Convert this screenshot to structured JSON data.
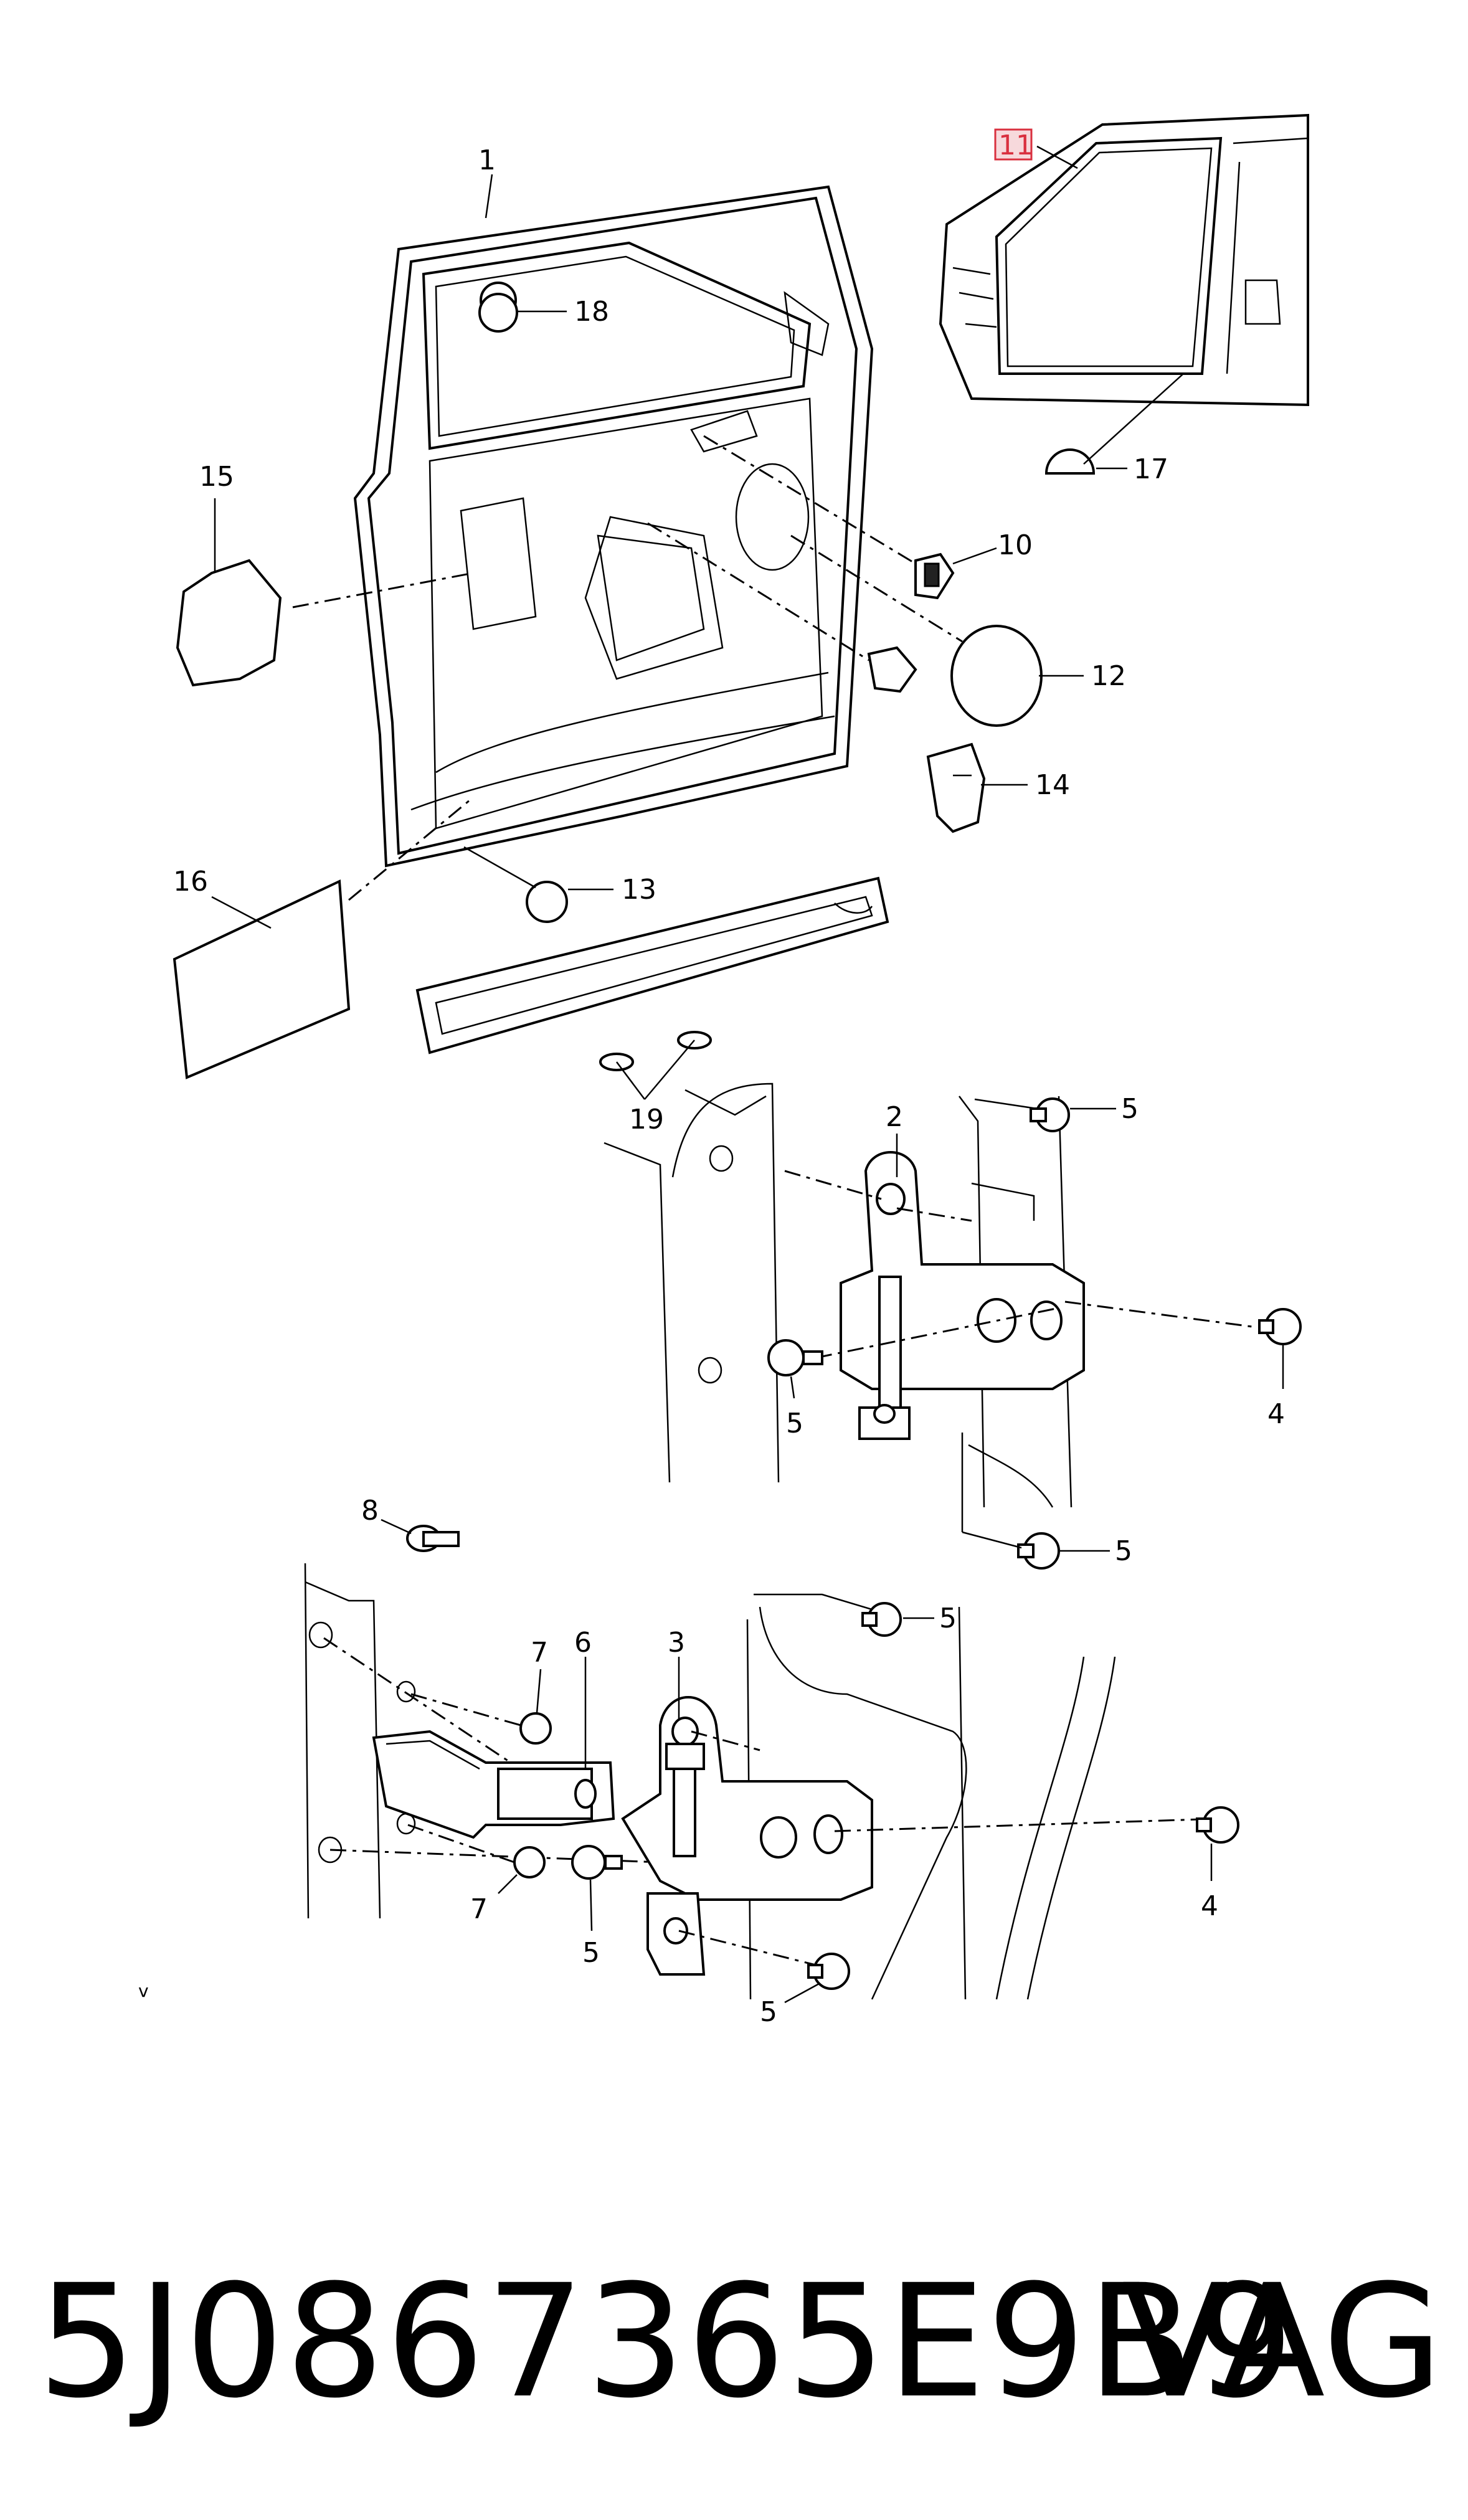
{
  "diagram": {
    "callouts": {
      "c1": "1",
      "c2": "2",
      "c3": "3",
      "c4a": "4",
      "c4b": "4",
      "c5a": "5",
      "c5b": "5",
      "c5c": "5",
      "c5d": "5",
      "c5e": "5",
      "c5f": "5",
      "c6": "6",
      "c7a": "7",
      "c7b": "7",
      "c8": "8",
      "c10": "10",
      "c11": "11",
      "c12": "12",
      "c13": "13",
      "c14": "14",
      "c15": "15",
      "c16": "16",
      "c17": "17",
      "c18": "18",
      "c19": "19"
    },
    "small_mark": "v",
    "highlight_color": "#d9303f"
  },
  "footer": {
    "part_number": "5J0867365E9B9",
    "brand": "VAG"
  }
}
